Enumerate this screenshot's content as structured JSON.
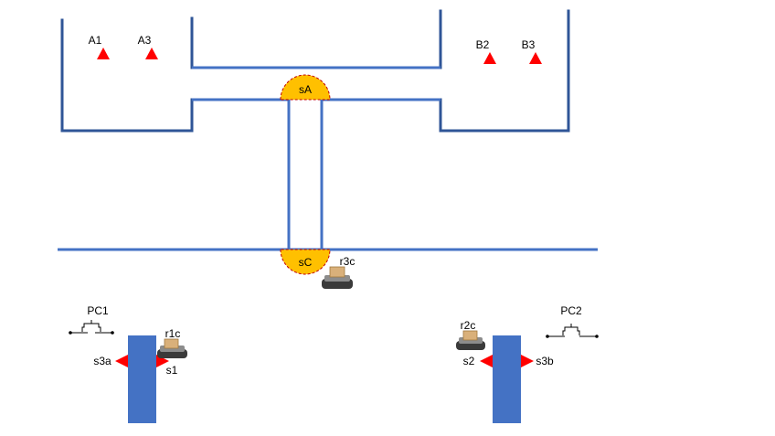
{
  "colors": {
    "wall": "#2F5597",
    "channel": "#4472C4",
    "station_fill": "#FFC000",
    "station_border": "#C00000",
    "marker": "#FF0000",
    "machine": "#4472C4"
  },
  "rooms": {
    "left_labels": [
      "A1",
      "A3"
    ],
    "right_labels": [
      "B2",
      "B3"
    ]
  },
  "stations": {
    "top": "sA",
    "bottom": "sC"
  },
  "robots": {
    "r3": "r3c",
    "r1": "r1c",
    "r2": "r2c"
  },
  "left_unit": {
    "controller": "PC1",
    "sensor_left": "s3a",
    "sensor_right": "s1"
  },
  "right_unit": {
    "controller": "PC2",
    "sensor_left": "s2",
    "sensor_right": "s3b"
  }
}
